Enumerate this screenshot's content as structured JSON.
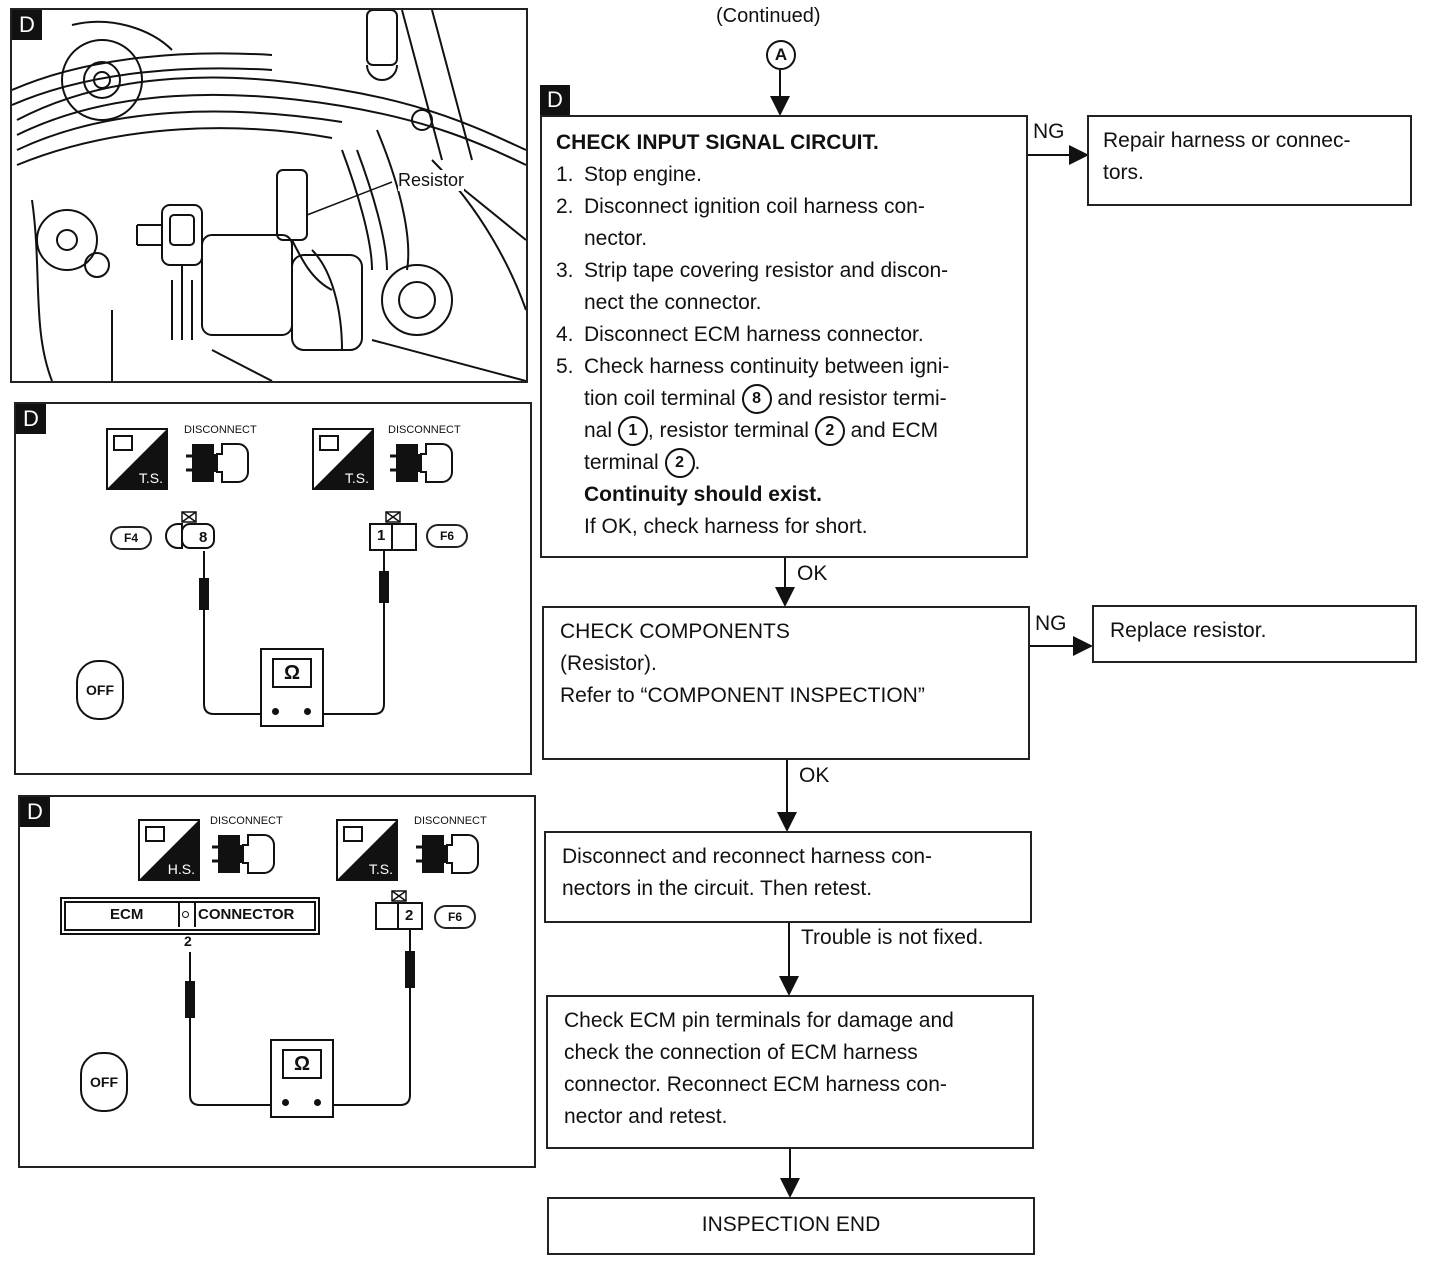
{
  "header": {
    "continued": "(Continued)",
    "connector_a": "A"
  },
  "left_panels": {
    "panel1": {
      "tag": "D",
      "label": "Resistor"
    },
    "panel2": {
      "tag": "D",
      "icon1": "T.S.",
      "disconnect1": "DISCONNECT",
      "icon2": "T.S.",
      "disconnect2": "DISCONNECT",
      "connector_left": "F4",
      "terminal_left": "8",
      "connector_right": "F6",
      "terminal_right": "1",
      "meter": "Ω",
      "key": "OFF"
    },
    "panel3": {
      "tag": "D",
      "icon1": "H.S.",
      "disconnect1": "DISCONNECT",
      "icon2": "T.S.",
      "disconnect2": "DISCONNECT",
      "ecm_label": "ECM",
      "connector_label": "CONNECTOR",
      "ecm_terminal": "2",
      "terminal_right": "2",
      "connector_right": "F6",
      "meter": "Ω",
      "key": "OFF"
    }
  },
  "flow": {
    "box1": {
      "tag": "D",
      "title": "CHECK INPUT SIGNAL CIRCUIT.",
      "step1": "Stop engine.",
      "step2": "Disconnect ignition coil harness con-\nnector.",
      "step3": "Strip tape covering resistor and discon-\nnect the connector.",
      "step4": "Disconnect ECM harness connector.",
      "step5_a": "Check harness continuity between igni-",
      "step5_b1": "tion coil terminal",
      "step5_b_term": "8",
      "step5_b2": "and resistor termi-",
      "step5_c1": "nal",
      "step5_c_term1": "1",
      "step5_c2": ", resistor terminal",
      "step5_c_term2": "2",
      "step5_c3": "and ECM",
      "step5_d1": "terminal",
      "step5_d_term": "2",
      "step5_d2": ".",
      "continuity": "Continuity should exist.",
      "if_ok": "If OK, check harness for short.",
      "num1": "1.",
      "num2": "2.",
      "num3": "3.",
      "num4": "4.",
      "num5": "5."
    },
    "ng1": "NG",
    "ng1_box": "Repair harness or connec-\ntors.",
    "ok1": "OK",
    "box2": "CHECK COMPONENTS\n(Resistor).\nRefer to “COMPONENT INSPECTION”",
    "ng2": "NG",
    "ng2_box": "Replace resistor.",
    "ok2": "OK",
    "box3": "Disconnect and reconnect harness con-\nnectors in the circuit. Then retest.",
    "trouble": "Trouble is not fixed.",
    "box4": "Check ECM pin terminals for damage and\ncheck the connection of ECM harness\nconnector. Reconnect ECM harness con-\nnector and retest.",
    "box5": "INSPECTION END"
  }
}
